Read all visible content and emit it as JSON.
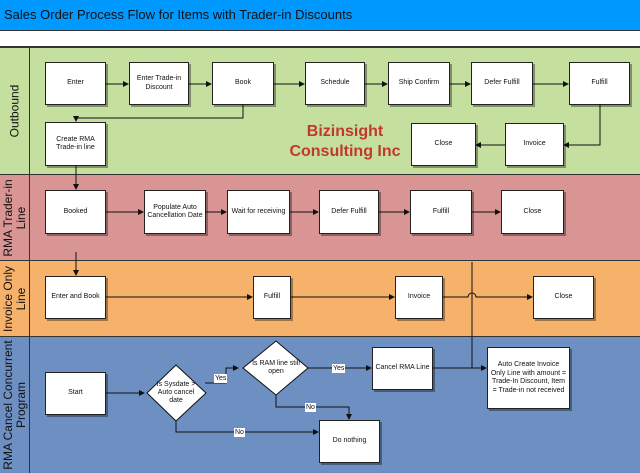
{
  "title": "Sales Order Process Flow for Items with Trader-in Discounts",
  "company": [
    "Bizinsight",
    "Consulting Inc"
  ],
  "colors": {
    "title_bar": "#0099ff",
    "outbound": "#c5df9e",
    "rma": "#d99594",
    "invoice_only": "#f6b26b",
    "program": "#6d8fc2",
    "company_text": "#c0392b"
  },
  "lanes": {
    "outbound": "Outbound",
    "rma": [
      "RMA Trader-in",
      "Line"
    ],
    "invoice_only": [
      "Invoice Only",
      "Line"
    ],
    "program": [
      "RMA Cancel Concurrent",
      "Program"
    ]
  },
  "outbound": {
    "enter": "Enter",
    "enter_tradein": "Enter Trade-in Discount",
    "book": "Book",
    "schedule": "Schedule",
    "ship_confirm": "Ship Confirm",
    "defer_fulfill": "Defer Fulfill",
    "fulfill": "Fulfill",
    "create_rma": "Create RMA Trade-in line",
    "close": "Close",
    "invoice": "Invoice"
  },
  "rma": {
    "booked": "Booked",
    "populate": "Populate Auto Cancellation Date",
    "wait": "Wait for receiving",
    "defer_fulfill": "Defer Fulfill",
    "fulfill": "Fulfill",
    "close": "Close"
  },
  "invoice_only": {
    "enter_book": "Enter and Book",
    "fulfill": "Fulfill",
    "invoice": "Invoice",
    "close": "Close"
  },
  "program": {
    "start": "Start",
    "q1": "Is Sysdate > Auto cancel date",
    "q2": "Is RAM line still open",
    "cancel": "Cancel RMA Line",
    "auto_invoice": "Auto Create Invoice Only Line with amount = Trade-In Discount, Item = Trade-in not received",
    "do_nothing": "Do nothing",
    "yes1": "Yes",
    "yes2": "Yes",
    "no1": "No",
    "no2": "No"
  }
}
